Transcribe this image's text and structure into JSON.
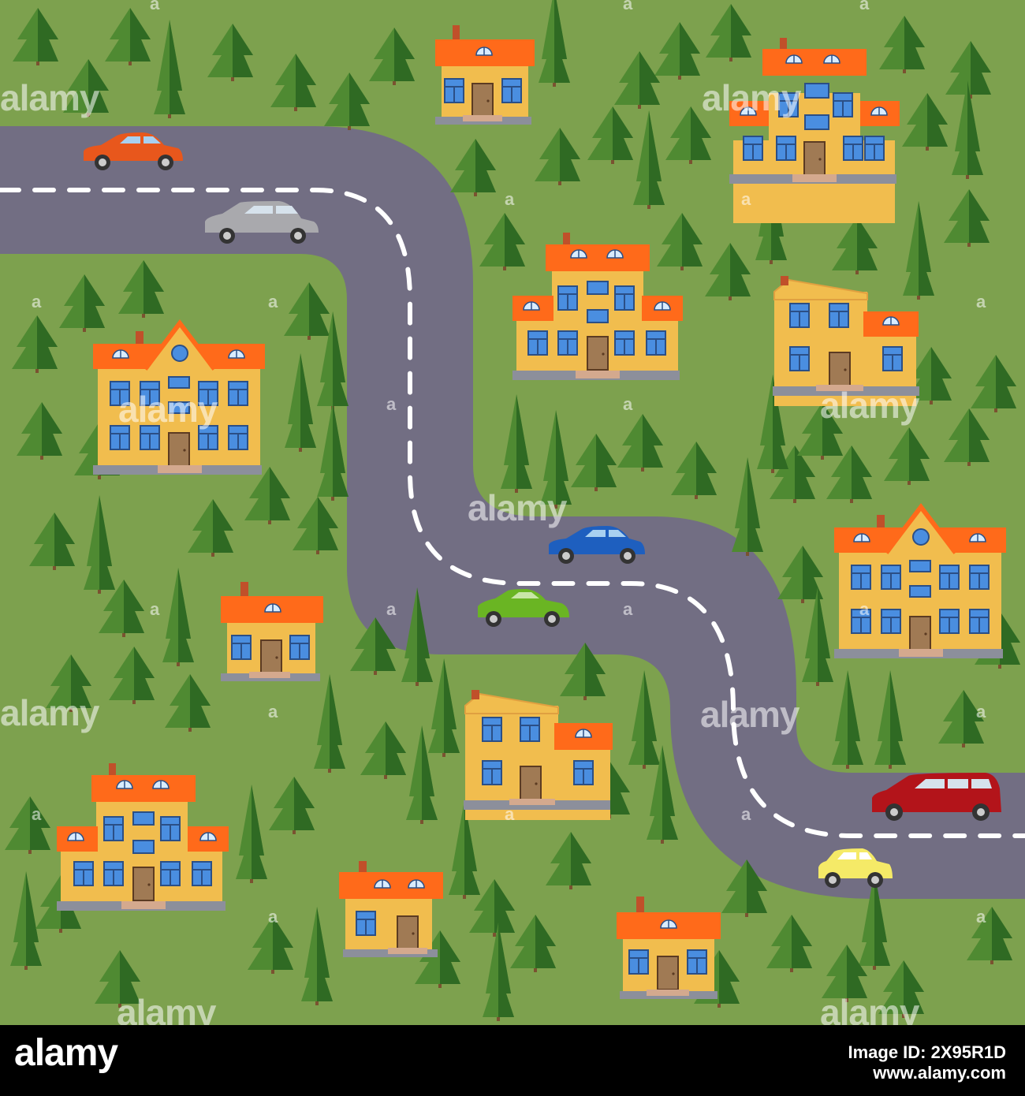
{
  "colors": {
    "grass": "#7da14e",
    "road": "#726e83",
    "road_marking": "#ffffff",
    "tree_light": "#4f8a32",
    "tree_dark": "#2f6a23",
    "house_wall": "#f1bd4e",
    "roof": "#ff6a1a",
    "window": "#4a8ee0",
    "door": "#a07a54",
    "foundation": "#8c8f9b",
    "bar": "#000000"
  },
  "scene": {
    "type": "illustrated town map",
    "watermark": "alamy",
    "cars": [
      "orange-car",
      "gray-car",
      "blue-car",
      "green-car",
      "red-minivan",
      "yellow-car"
    ]
  },
  "footer": {
    "logo": "alamy",
    "image_id": "Image ID: 2X95R1D",
    "site": "www.alamy.com"
  }
}
